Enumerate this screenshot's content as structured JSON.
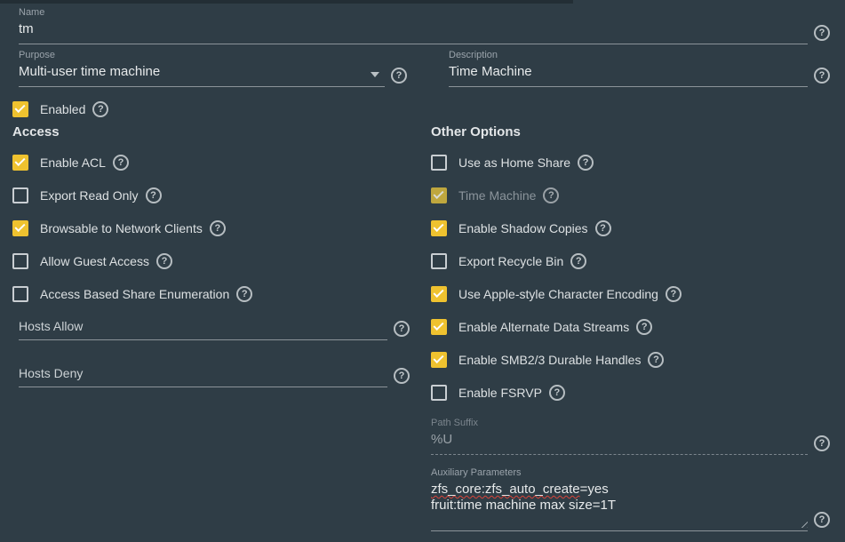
{
  "colors": {
    "background": "#2f3d46",
    "accent_yellow": "#efc22f",
    "accent_yellow_disabled": "#bfa73e",
    "spellcheck_red": "#d8453b"
  },
  "icons": {
    "help": "?",
    "dropdown": "chevron-down",
    "resize": "textarea-resize-grip"
  },
  "fields": {
    "name": {
      "label": "Name",
      "value": "tm"
    },
    "purpose": {
      "label": "Purpose",
      "value": "Multi-user time machine"
    },
    "description": {
      "label": "Description",
      "value": "Time Machine"
    },
    "hosts_allow": {
      "label": "Hosts Allow",
      "value": ""
    },
    "hosts_deny": {
      "label": "Hosts Deny",
      "value": ""
    },
    "path_suffix": {
      "label": "Path Suffix",
      "value": "%U",
      "disabled": true
    },
    "aux_params": {
      "label": "Auxiliary Parameters",
      "value": "zfs_core:zfs_auto_create=yes\nfruit:time machine max size=1T",
      "lines": [
        {
          "misspelled": "zfs_core:zfs_auto_create",
          "rest": "=yes"
        },
        {
          "text": "fruit:time machine max size=1T"
        }
      ]
    }
  },
  "enabled_row": {
    "items": [
      {
        "label": "Enabled",
        "checked": true,
        "disabled": false
      }
    ]
  },
  "access": {
    "title": "Access",
    "items": [
      {
        "label": "Enable ACL",
        "checked": true,
        "disabled": false
      },
      {
        "label": "Export Read Only",
        "checked": false,
        "disabled": false
      },
      {
        "label": "Browsable to Network Clients",
        "checked": true,
        "disabled": false
      },
      {
        "label": "Allow Guest Access",
        "checked": false,
        "disabled": false
      },
      {
        "label": "Access Based Share Enumeration",
        "checked": false,
        "disabled": false
      }
    ]
  },
  "other_options": {
    "title": "Other Options",
    "items": [
      {
        "label": "Use as Home Share",
        "checked": false,
        "disabled": false
      },
      {
        "label": "Time Machine",
        "checked": true,
        "disabled": true
      },
      {
        "label": "Enable Shadow Copies",
        "checked": true,
        "disabled": false
      },
      {
        "label": "Export Recycle Bin",
        "checked": false,
        "disabled": false
      },
      {
        "label": "Use Apple-style Character Encoding",
        "checked": true,
        "disabled": false
      },
      {
        "label": "Enable Alternate Data Streams",
        "checked": true,
        "disabled": false
      },
      {
        "label": "Enable SMB2/3 Durable Handles",
        "checked": true,
        "disabled": false
      },
      {
        "label": "Enable FSRVP",
        "checked": false,
        "disabled": false
      }
    ]
  }
}
